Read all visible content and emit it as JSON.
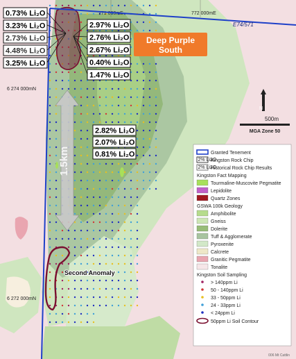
{
  "coords": {
    "e771": "771 000mE",
    "e772": "772 000mE",
    "n6274": "6 274 000mN",
    "n6272": "6 272 000mN"
  },
  "tenement_id": "E74/571",
  "prospect_label": "Deep Purple South",
  "second_anomaly": "Second Anomaly",
  "scale": {
    "distance": "1.5km",
    "bar": "500m",
    "zone": "MGA Zone 50",
    "north": "N"
  },
  "credit": "006 Mt Cattlin",
  "rock_chips_left": [
    {
      "value": "0.73% Li₂O",
      "historical": false
    },
    {
      "value": "3.23% Li₂O",
      "historical": false
    },
    {
      "value": "2.73% Li₂O",
      "historical": true
    },
    {
      "value": "4.48% Li₂O",
      "historical": true
    },
    {
      "value": "3.25% Li₂O",
      "historical": false
    }
  ],
  "rock_chips_right": [
    "2.97% Li₂O",
    "2.76% Li₂O",
    "2.67% Li₂O",
    "0.40% Li₂O",
    "1.47% Li₂O"
  ],
  "rock_chips_mid": [
    "2.82% Li₂O",
    "2.07% Li₂O",
    "0.81% Li₂O"
  ],
  "legend": {
    "granted_tenement": "Granted Tenement",
    "kingston_rock_chip": "Kingston Rock Chip",
    "historical_rock_chip": "Historical Rock Chip Results",
    "swatch_text": "2% Li2O",
    "fact_mapping_heading": "Kingston Fact Mapping",
    "fact_mapping": [
      {
        "label": "Tourmaline-Muscovite Pegmatite",
        "color": "#a8e05a"
      },
      {
        "label": "Lepidolite",
        "color": "#c060c8"
      },
      {
        "label": "Quartz Zones",
        "color": "#a01820"
      }
    ],
    "geology_heading": "GSWA 100k Geology",
    "geology": [
      {
        "label": "Amphibolite",
        "color": "#b6dc8c"
      },
      {
        "label": "Gneiss",
        "color": "#cde6b4"
      },
      {
        "label": "Dolerite",
        "color": "#98bc78"
      },
      {
        "label": "Tuff & Agglomerate",
        "color": "#a8c4a0"
      },
      {
        "label": "Pyroxenite",
        "color": "#d2e8c8"
      },
      {
        "label": "Calcrete",
        "color": "#eee8c8"
      },
      {
        "label": "Granitic Pegmatite",
        "color": "#e9a5b0"
      },
      {
        "label": "Tonalite",
        "color": "#f6e6e8"
      }
    ],
    "soil_heading": "Kingston Soil Sampling",
    "soil": [
      {
        "label": "> 140ppm Li",
        "color": "#a02060"
      },
      {
        "label": "50 - 140ppm Li",
        "color": "#d03838"
      },
      {
        "label": "33 - 50ppm Li",
        "color": "#e8c020"
      },
      {
        "label": "24 - 33ppm Li",
        "color": "#40a0d8"
      },
      {
        "label": "< 24ppm Li",
        "color": "#2030c0"
      }
    ],
    "contour": "50ppm Li Soil Contour"
  }
}
